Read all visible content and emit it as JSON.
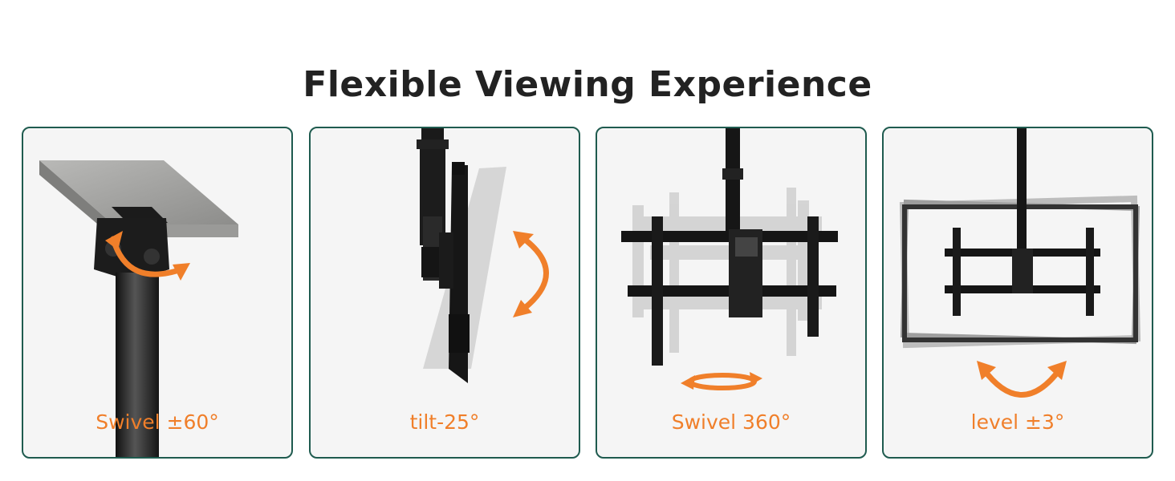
{
  "title": "Flexible Viewing Experience",
  "panels": [
    {
      "label": "Swivel ±60°",
      "icon": "swivel-60-icon"
    },
    {
      "label": "tilt-25°",
      "icon": "tilt-icon"
    },
    {
      "label": "Swivel 360°",
      "icon": "swivel-360-icon"
    },
    {
      "label": "level ±3°",
      "icon": "level-icon"
    }
  ],
  "colors": {
    "accent": "#f07f2a",
    "border": "#1f5b4f",
    "title": "#222222",
    "panel_bg": "#f5f5f5"
  }
}
